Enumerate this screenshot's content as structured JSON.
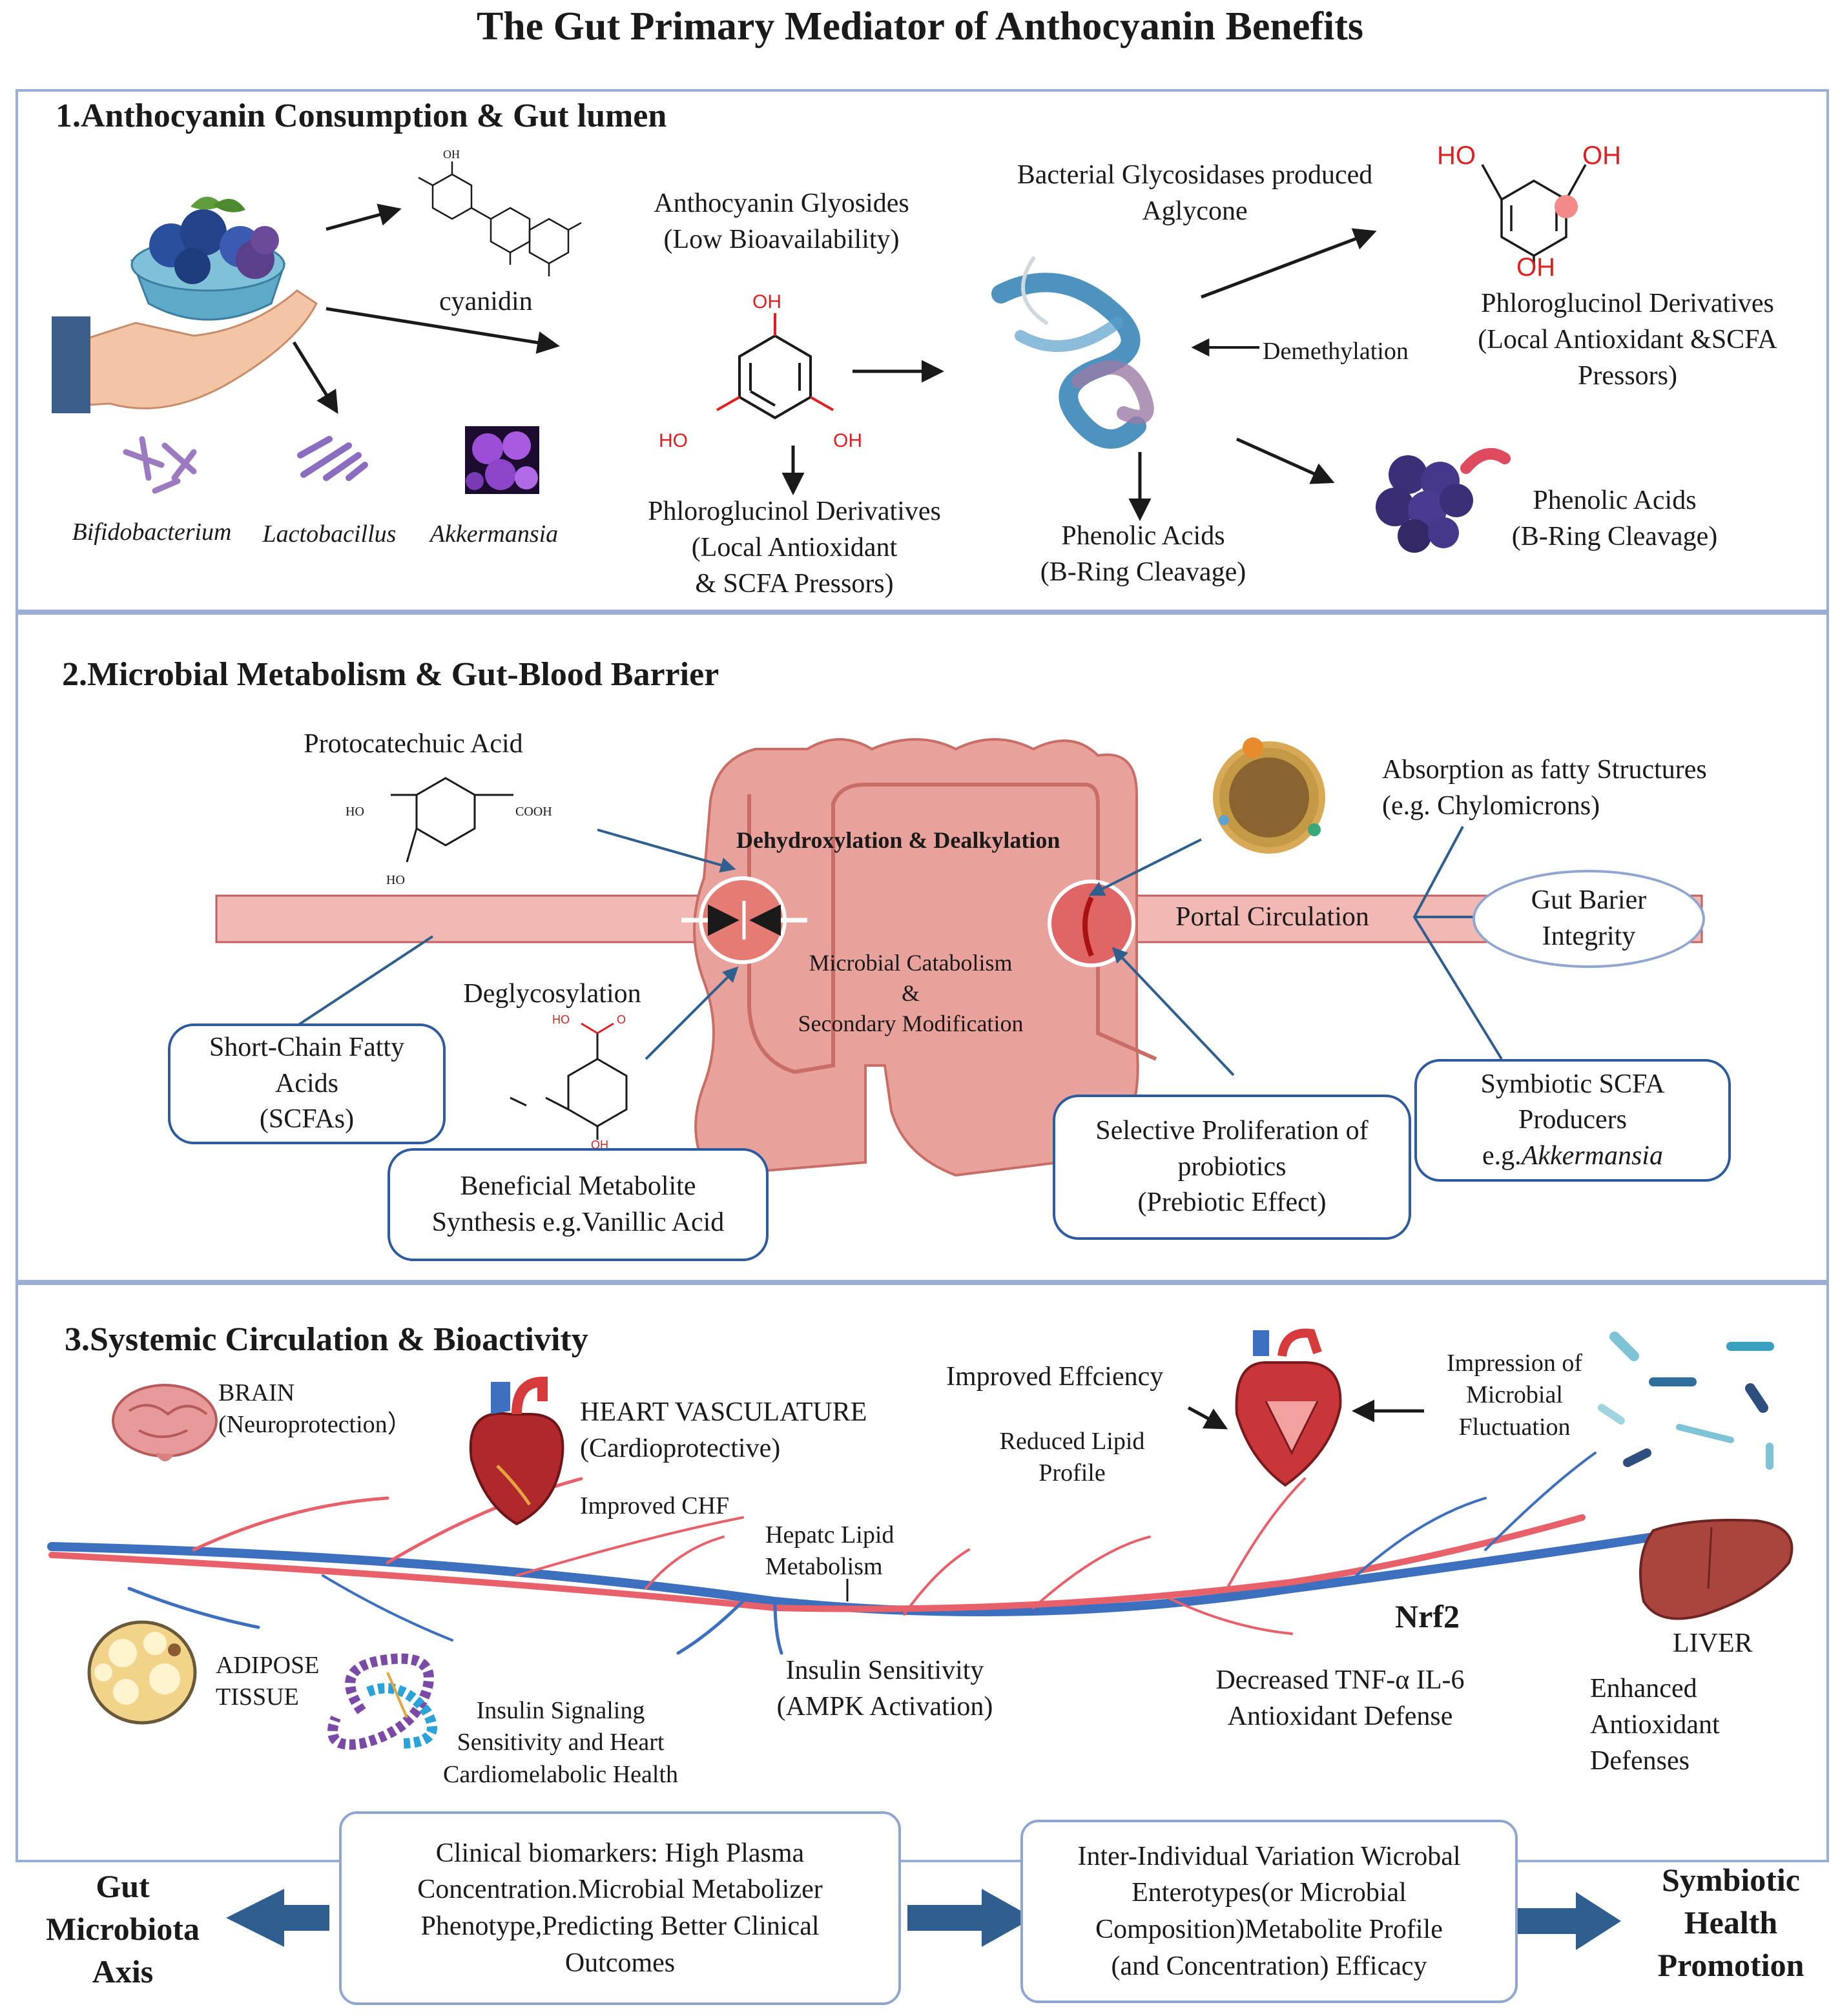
{
  "title": "The Gut Primary Mediator of Anthocyanin Benefits",
  "panel1": {
    "heading": "1.Anthocyanin Consumption & Gut lumen",
    "cyanidin": "cyanidin",
    "glycosides": "Anthocyanin Glyosides\n(Low Bioavailability)",
    "phloro_mid": "Phloroglucinol Derivatives\n(Local Antioxidant\n& SCFA Pressors)",
    "bacterial": "Bacterial Glycosidases produced\nAglycone",
    "demethylation": "Demethylation",
    "phloro_right": "Phloroglucinol Derivatives\n(Local Antioxidant &SCFA\nPressors)",
    "phenolic_mid": "Phenolic Acids\n(B-Ring Cleavage)",
    "phenolic_right": "Phenolic Acids\n(B-Ring Cleavage)",
    "bact1": "Bifidobacterium",
    "bact2": "Lactobacillus",
    "bact3": "Akkermansia",
    "oh_top": "OH",
    "oh_left": "HO",
    "oh_right": "OH",
    "ho_r": "HO",
    "oh_r1": "OH",
    "oh_r2": "OH",
    "cy_oh": "OH"
  },
  "panel2": {
    "heading": "2.Microbial Metabolism & Gut-Blood Barrier",
    "protocatechuic": "Protocatechuic Acid",
    "ho1": "HO",
    "ho2": "HO",
    "cooh": "COOH",
    "dehydrox": "Dehydroxylation & Dealkylation",
    "catabolism": "Microbial Catabolism\n&\nSecondary Modification",
    "deglyc": "Deglycosylation",
    "portal": "Portal Circulation",
    "absorption": "Absorption as fatty Structures\n(e.g. Chylomicrons)",
    "barrier": "Gut Barier\nIntegrity",
    "scfa": "Short-Chain Fatty\nAcids\n(SCFAs)",
    "beneficial": "Beneficial Metabolite\nSynthesis e.g.Vanillic Acid",
    "selective": "Selective Proliferation of\nprobiotics\n(Prebiotic Effect)",
    "symbiotic_pre": "Symbiotic SCFA\nProducers\ne.g.",
    "symbiotic_it": "Akkermansia",
    "vho": "HO",
    "vo": "O",
    "voh": "OH"
  },
  "panel3": {
    "heading": "3.Systemic Circulation & Bioactivity",
    "brain": "BRAIN\n(Neuroprotection）",
    "heart": "HEART VASCULATURE\n(Cardioprotective)",
    "chf": "Improved CHF",
    "efficiency": "Improved Effciency",
    "lipid": "Reduced Lipid\nProfile",
    "impression": "Impression of\nMicrobial\nFluctuation",
    "hepatic": "Hepatc Lipid\nMetabolism",
    "nrf2": "Nrf2",
    "adipose": "ADIPOSE\nTISSUE",
    "insulin_signal": "Insulin Signaling\nSensitivity and Heart\nCardiomelabolic Health",
    "insulin_sens": "Insulin Sensitivity\n(AMPK Activation)",
    "tnf": "Decreased TNF-α IL-6\nAntioxidant Defense",
    "liver": "LIVER",
    "enhanced": "Enhanced\nAntioxidant\nDefenses"
  },
  "bottom": {
    "gut_axis": "Gut\nMicrobiota\nAxis",
    "clinical": "Clinical biomarkers: High Plasma\nConcentration.Microbial Metabolizer\nPhenotype,Predicting Better Clinical\nOutcomes",
    "inter": "Inter-Individual Variation Wicrobal\nEnterotypes(or Microbial\nComposition)Metabolite Profile\n(and Concentration) Efficacy",
    "symbiotic": "Symbiotic\nHealth\nPromotion"
  },
  "colors": {
    "panel_border": "#9aaed6",
    "box_border": "#2e5a9e",
    "arrow_blue": "#2e5f8f",
    "vessel_red": "#e8616a",
    "vessel_blue": "#3d6fbf",
    "gut_pink": "#e9a29b"
  }
}
